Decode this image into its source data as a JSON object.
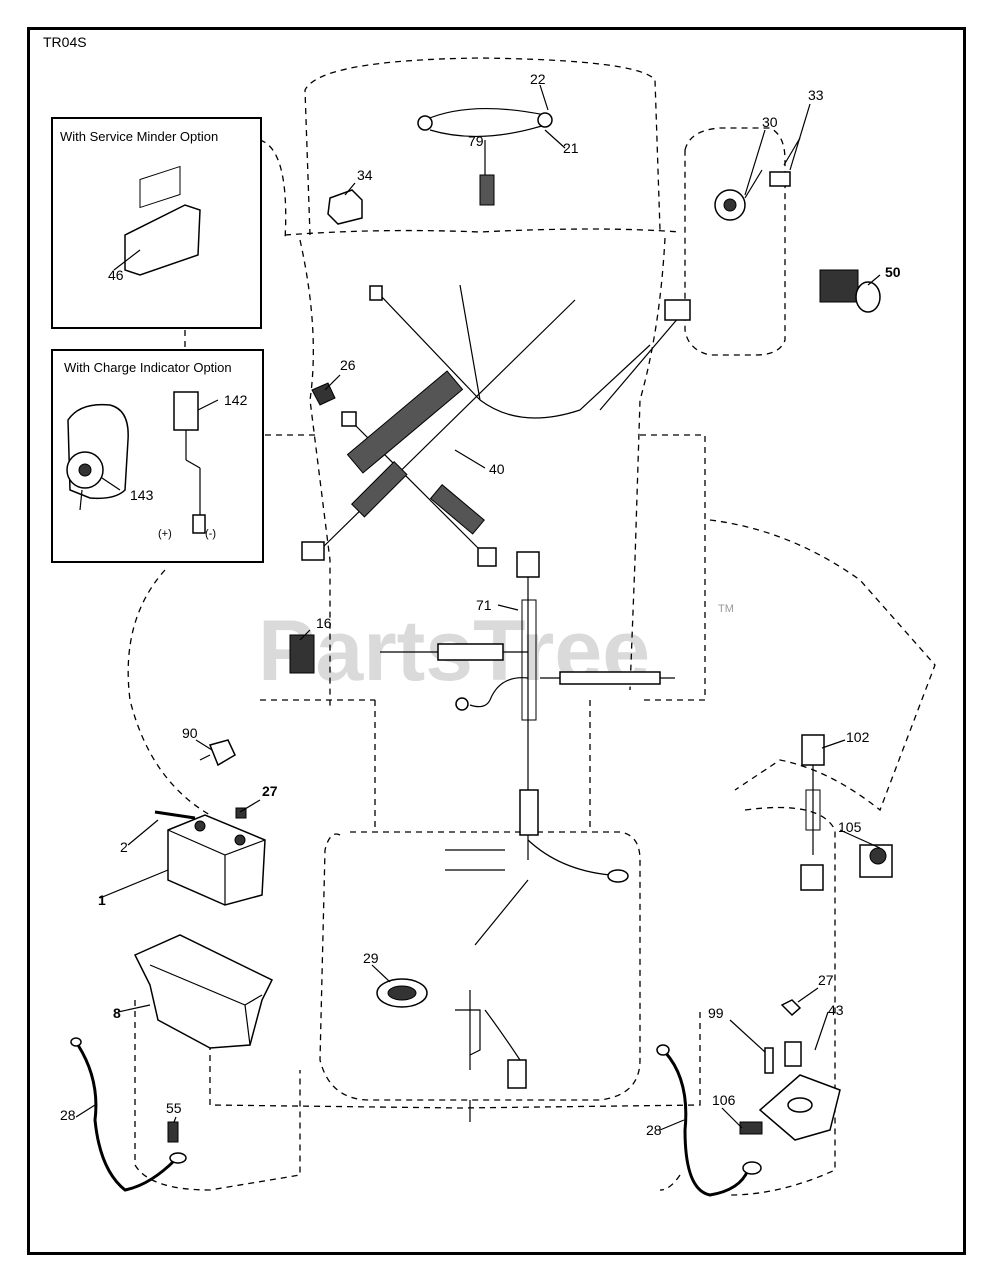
{
  "diagram_code": "TR04S",
  "boxes": {
    "service_minder": "With Service Minder Option",
    "charge_indicator": "With Charge Indicator Option"
  },
  "watermark": "PartsTree",
  "watermark_tm": "TM",
  "polarity": {
    "plus": "(+)",
    "minus": "(-)"
  },
  "callouts": {
    "c22": "22",
    "c79": "79",
    "c21": "21",
    "c34": "34",
    "c30": "30",
    "c33": "33",
    "c50": "50",
    "c46": "46",
    "c26": "26",
    "c142": "142",
    "c143": "143",
    "c40": "40",
    "c71": "71",
    "c16": "16",
    "c90": "90",
    "c27a": "27",
    "c2": "2",
    "c1": "1",
    "c8": "8",
    "c29": "29",
    "c28": "28",
    "c55": "55",
    "c102": "102",
    "c105": "105",
    "c27b": "27",
    "c43": "43",
    "c99": "99",
    "c106": "106",
    "c28b": "28"
  }
}
